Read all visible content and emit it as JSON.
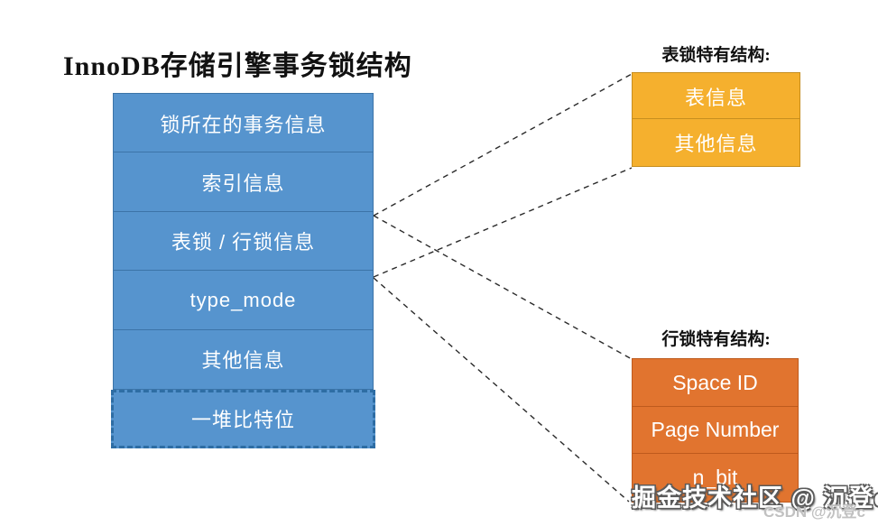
{
  "title": "InnoDB存储引擎事务锁结构",
  "main_structure": {
    "rows": [
      {
        "label": "锁所在的事务信息",
        "style": "solid"
      },
      {
        "label": "索引信息",
        "style": "solid"
      },
      {
        "label": "表锁 / 行锁信息",
        "style": "solid"
      },
      {
        "label": "type_mode",
        "style": "solid"
      },
      {
        "label": "其他信息",
        "style": "solid"
      },
      {
        "label": "一堆比特位",
        "style": "dashed"
      }
    ]
  },
  "table_lock": {
    "heading": "表锁特有结构:",
    "rows": [
      {
        "label": "表信息"
      },
      {
        "label": "其他信息"
      }
    ]
  },
  "row_lock": {
    "heading": "行锁特有结构:",
    "rows": [
      {
        "label": "Space ID"
      },
      {
        "label": "Page Number"
      },
      {
        "label": "n_bit"
      }
    ]
  },
  "watermarks": {
    "juejin": "掘金技术社区 @ 沉登c",
    "csdn": "CSDN @沉登c"
  },
  "colors": {
    "blue_fill": "#5694CE",
    "blue_border": "#3C74A8",
    "blue_dash_border": "#2E6DA4",
    "yellow_fill": "#F5B02E",
    "yellow_border": "#C68E1F",
    "orange_fill": "#E1742F",
    "orange_border": "#BE5A1D",
    "connector_line": "#2b2b2b"
  }
}
